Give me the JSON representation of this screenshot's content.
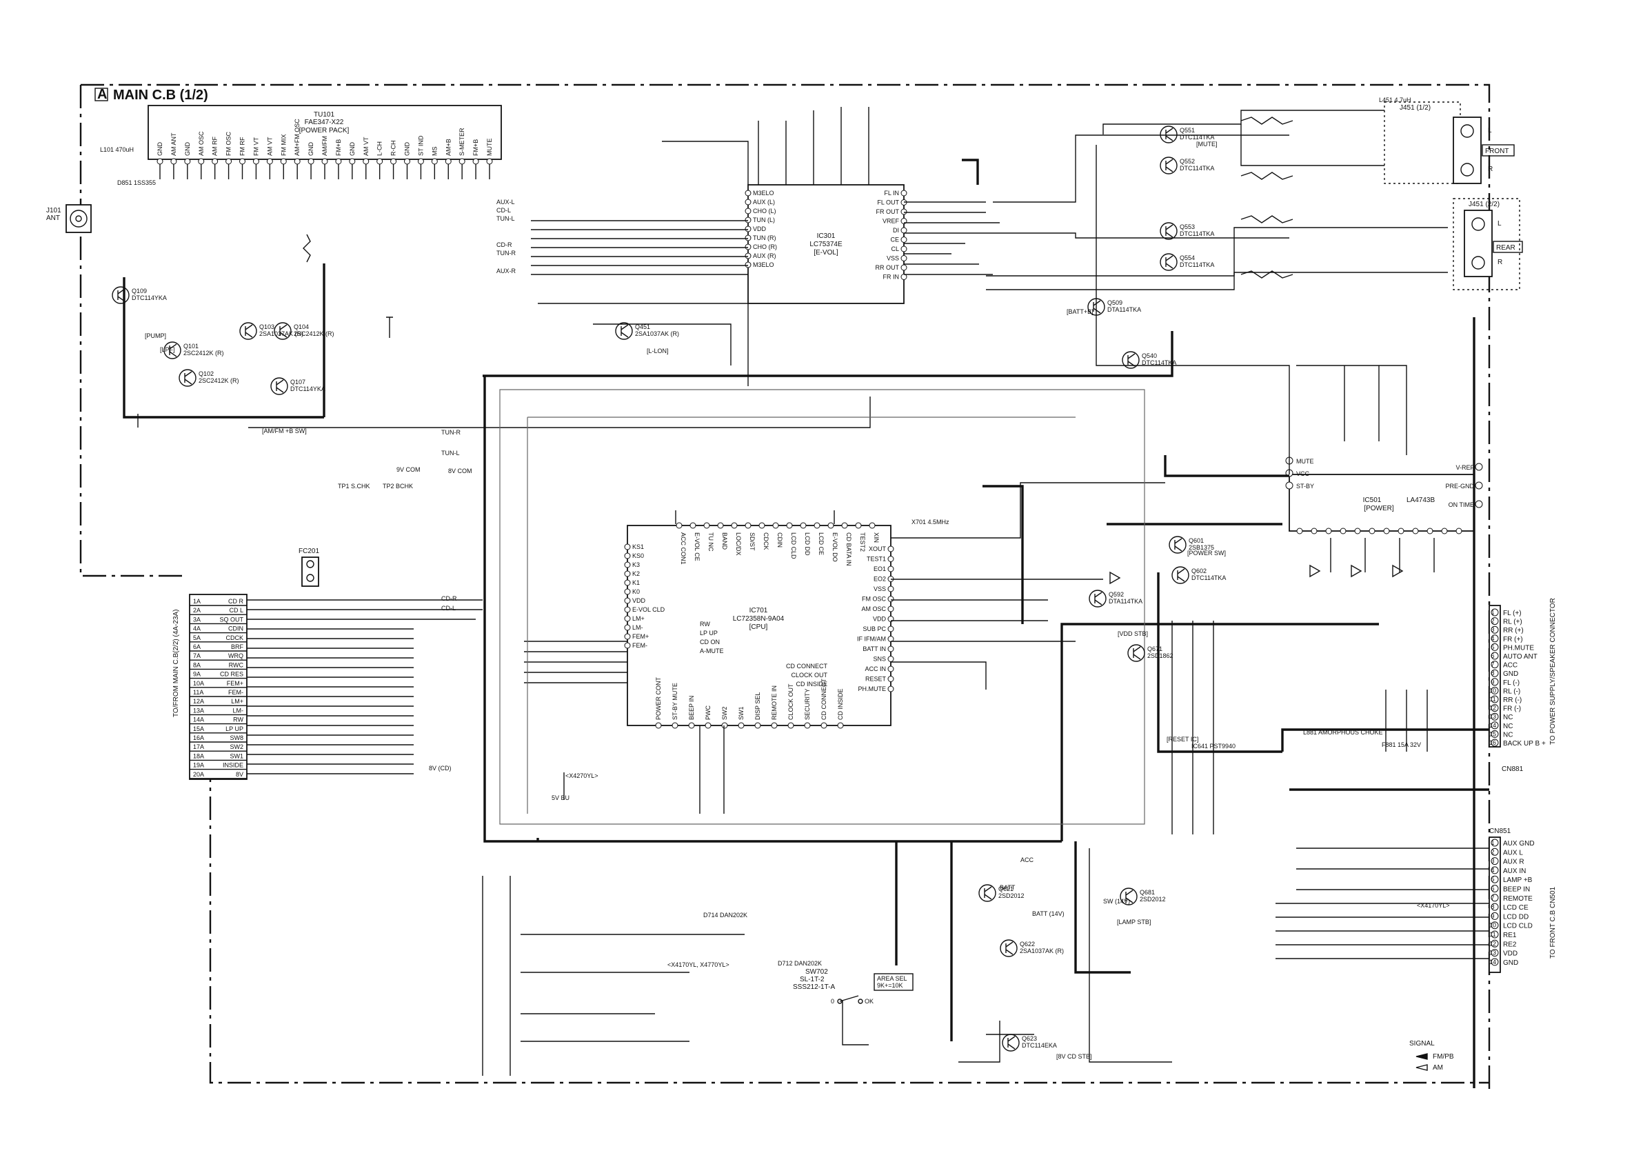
{
  "board": {
    "tag": "A",
    "title": "MAIN C.B (1/2)"
  },
  "modules": {
    "tuner": {
      "ref": "TU101",
      "part": "FAE347-X22",
      "function": "[POWER PACK]",
      "pins": [
        "GND",
        "AM ANT",
        "GND",
        "AM OSC",
        "AM RF",
        "FM OSC",
        "FM RF",
        "FM VT",
        "AM VT",
        "FM MIX",
        "AM+FM OSC",
        "GND",
        "AM/FM",
        "FM+B",
        "GND",
        "AM VT",
        "L-CH",
        "R-CH",
        "GND",
        "ST IND",
        "MS",
        "AM+B",
        "S-METER",
        "FM+B",
        "MUTE"
      ]
    },
    "evol": {
      "ref": "IC301",
      "part": "LC75374E",
      "function": "[E-VOL]",
      "pins_left": [
        "M3ELO",
        "AUX (L)",
        "CHO (L)",
        "TUN (L)",
        "VDD",
        "TUN (R)",
        "CHO (R)",
        "AUX (R)",
        "M3ELO"
      ],
      "pins_right": [
        "FL IN",
        "FL OUT",
        "FR OUT",
        "VREF",
        "DI",
        "CE",
        "CL",
        "VSS",
        "RR OUT",
        "FR IN"
      ]
    },
    "mcu": {
      "ref": "IC701",
      "part": "LC72358N-9A04",
      "function": "[CPU]",
      "pins_left": [
        "KS1",
        "KS0",
        "K3",
        "K2",
        "K1",
        "K0",
        "VDD",
        "E-VOL CLD",
        "LM+",
        "LM-",
        "FEM+",
        "FEM-"
      ],
      "pins_right": [
        "XOUT",
        "TEST1",
        "EO1",
        "EO2",
        "VSS",
        "FM OSC",
        "AM OSC",
        "VDD",
        "SUB PC",
        "IF IFM/AM",
        "BATT IN",
        "SNS",
        "ACC IN",
        "RESET",
        "PH.MUTE"
      ],
      "pins_top": [
        "ACC CON1",
        "E-VOL CE",
        "TU NC",
        "BAND",
        "LOC/DX",
        "SD/ST",
        "CDCK",
        "CDIN",
        "LCD CLD",
        "LCD DD",
        "LCD CE",
        "E-VOL DO",
        "CD BATA IN",
        "TEST2",
        "XIN"
      ],
      "pins_bottom": [
        "POWER CONT",
        "ST-BY MUTE",
        "BEEP IN",
        "PWC",
        "SW2",
        "SW1",
        "DISP SEL",
        "REMOTE IN",
        "CLOCK OUT",
        "SECURITY",
        "CD CONNECT",
        "CD INSIDE"
      ],
      "inner_notes": [
        "RW",
        "LP UP",
        "CD ON",
        "A-MUTE",
        "CD INSIDE",
        "CLOCK OUT",
        "CD CONNECT"
      ]
    },
    "amp": {
      "ref": "IC501",
      "part": "LA4743B",
      "function": "[POWER]",
      "pins_top": [
        "V-REF",
        "PRE-GND",
        "ON TIME"
      ],
      "pins_left": [
        "MUTE",
        "VCC",
        "ST-BY"
      ]
    }
  },
  "connectors": {
    "cd": {
      "ref": "TO/FROM MAIN C.B(2/2) (4A-23A)",
      "pins": [
        [
          "1A",
          "CD R"
        ],
        [
          "2A",
          "CD L"
        ],
        [
          "3A",
          "SQ OUT"
        ],
        [
          "4A",
          "CDIN"
        ],
        [
          "5A",
          "CDCK"
        ],
        [
          "6A",
          "BRF"
        ],
        [
          "7A",
          "WRQ"
        ],
        [
          "8A",
          "RWC"
        ],
        [
          "9A",
          "CD RES"
        ],
        [
          "10A",
          "FEM+"
        ],
        [
          "11A",
          "FEM-"
        ],
        [
          "12A",
          "LM+"
        ],
        [
          "13A",
          "LM-"
        ],
        [
          "14A",
          "RW"
        ],
        [
          "15A",
          "LP UP"
        ],
        [
          "16A",
          "SW8"
        ],
        [
          "17A",
          "SW2"
        ],
        [
          "18A",
          "SW1"
        ],
        [
          "19A",
          "INSIDE"
        ],
        [
          "20A",
          "8V"
        ]
      ]
    },
    "power": {
      "ref": "CN881",
      "side_label": "TO POWER SUPPLY/SPEAKER CONNECTOR",
      "pins": [
        [
          "1",
          "FL (+)"
        ],
        [
          "2",
          "RL (+)"
        ],
        [
          "3",
          "RR (+)"
        ],
        [
          "4",
          "FR (+)"
        ],
        [
          "5",
          "PH.MUTE"
        ],
        [
          "6",
          "AUTO ANT"
        ],
        [
          "7",
          "ACC"
        ],
        [
          "8",
          "GND"
        ],
        [
          "9",
          "FL (-)"
        ],
        [
          "10",
          "RL (-)"
        ],
        [
          "11",
          "RR (-)"
        ],
        [
          "12",
          "FR (-)"
        ],
        [
          "13",
          "NC"
        ],
        [
          "14",
          "NC"
        ],
        [
          "15",
          "NC"
        ],
        [
          "16",
          "BACK UP B +"
        ]
      ]
    },
    "front": {
      "ref": "CN851",
      "side_label": "TO FRONT C.B CN501",
      "pins": [
        [
          "1",
          "AUX GND"
        ],
        [
          "2",
          "AUX L"
        ],
        [
          "3",
          "AUX R"
        ],
        [
          "4",
          "AUX IN"
        ],
        [
          "5",
          "LAMP +B"
        ],
        [
          "6",
          "BEEP IN"
        ],
        [
          "7",
          "REMOTE"
        ],
        [
          "8",
          "LCD CE"
        ],
        [
          "9",
          "LCD DD"
        ],
        [
          "10",
          "LCD CLD"
        ],
        [
          "11",
          "RE1"
        ],
        [
          "12",
          "RE2"
        ],
        [
          "13",
          "VDD"
        ],
        [
          "14",
          "GND"
        ]
      ]
    },
    "jack_front": {
      "ref": "J451 (1/2)",
      "label": "FRONT",
      "channels": [
        "L",
        "R"
      ]
    },
    "jack_rear": {
      "ref": "J451 (2/2)",
      "label": "REAR",
      "channels": [
        "L",
        "R"
      ]
    },
    "antenna": {
      "ref": "J101",
      "label": "ANT"
    },
    "fc": {
      "ref": "FC201"
    },
    "sw": {
      "ref": "SW702",
      "part": "SSS212-1T-A",
      "alt": "SL-1T-2",
      "area": "AREA SEL",
      "area_note": "9K+=10K",
      "positions": [
        "0",
        "OK"
      ]
    }
  },
  "transistors": [
    {
      "ref": "Q101",
      "type": "2SC2412K (R)"
    },
    {
      "ref": "Q102",
      "type": "2SC2412K (R)"
    },
    {
      "ref": "Q103",
      "type": "2SA1037AK (R)"
    },
    {
      "ref": "Q104",
      "type": "2SC2412K (R)"
    },
    {
      "ref": "Q107",
      "type": "DTC114YKA"
    },
    {
      "ref": "Q109",
      "type": "DTC114YKA"
    },
    {
      "ref": "Q451",
      "type": "2SA1037AK (R)"
    },
    {
      "ref": "Q509",
      "type": "DTA114TKA"
    },
    {
      "ref": "Q540",
      "type": "DTC114TKA"
    },
    {
      "ref": "Q551",
      "type": "DTC114TKA"
    },
    {
      "ref": "Q552",
      "type": "DTC114TKA"
    },
    {
      "ref": "Q553",
      "type": "DTC114TKA"
    },
    {
      "ref": "Q554",
      "type": "DTC114TKA"
    },
    {
      "ref": "Q592",
      "type": "DTA114TKA"
    },
    {
      "ref": "Q601",
      "type": "2SB1375"
    },
    {
      "ref": "Q602",
      "type": "DTC114TKA"
    },
    {
      "ref": "Q621",
      "type": "2SD2012"
    },
    {
      "ref": "Q622",
      "type": "2SA1037AK (R)"
    },
    {
      "ref": "Q623",
      "type": "DTC114EKA"
    },
    {
      "ref": "Q671",
      "type": "2SD1862"
    },
    {
      "ref": "Q681",
      "type": "2SD2012"
    }
  ],
  "tags": [
    "[MUTE]",
    "[POWER SW]",
    "[BATT+B]",
    "[RESET IC]",
    "[VDD STB]",
    "[LAMP STB]",
    "[8V CD STB]",
    "[AM/FM +B SW]",
    "[PUMP]",
    "[LPF]",
    "[L-LON]"
  ],
  "labels": [
    "AUX-L",
    "CD-L",
    "TUN-L",
    "CD-R",
    "TUN-R",
    "AUX-R",
    "8V COM",
    "5V BU",
    "9V COM",
    "BATT (14V)",
    "SW (14V)",
    "BATT",
    "ACC",
    "8V (CD)",
    "CD-R",
    "CD-L",
    "TUN-R",
    "TUN-L",
    "<X4170YL>",
    "<X4170YL, X4770YL>",
    "<X4270YL>"
  ],
  "misc_parts": [
    "D851 1SS355",
    "L101 470uH",
    "X701 4.5MHz",
    "F881 15A 32V",
    "L881 AMORPHOUS CHOKE",
    "L451 4.7uH",
    "IC641 PST9940",
    "TP1 S.CHK",
    "TP2 BCHK",
    "D714 DAN202K",
    "D712 DAN202K"
  ],
  "signal_legend": {
    "title": "SIGNAL",
    "items": [
      "FM/PB",
      "AM"
    ]
  },
  "styles": {
    "ink": "#111111",
    "paper": "#ffffff",
    "trace": "#666666"
  }
}
